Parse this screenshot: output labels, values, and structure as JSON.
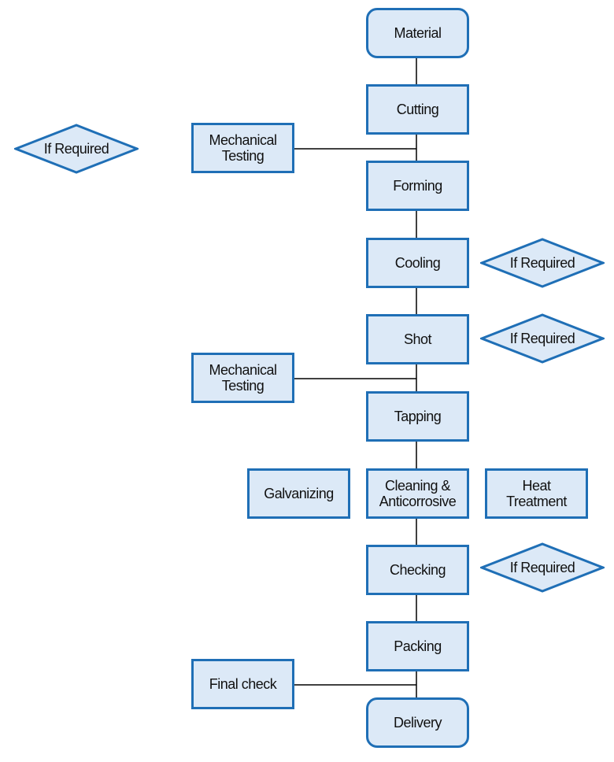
{
  "colors": {
    "fill": "#dce9f7",
    "border": "#1f6fb6",
    "line": "#000000"
  },
  "main_flow": {
    "material": "Material",
    "cutting": "Cutting",
    "forming": "Forming",
    "cooling": "Cooling",
    "shot": "Shot",
    "tapping": "Tapping",
    "cleaning": "Cleaning &\nAnticorrosive",
    "checking": "Checking",
    "packing": "Packing",
    "delivery": "Delivery"
  },
  "side_boxes": {
    "mech_testing_1": "Mechanical\nTesting",
    "mech_testing_2": "Mechanical\nTesting",
    "galvanizing": "Galvanizing",
    "heat_treatment": "Heat\nTreatment",
    "final_check": "Final check"
  },
  "conditions": {
    "if_required_1": "If Required",
    "if_required_2": "If Required",
    "if_required_3": "If Required",
    "if_required_4": "If Required"
  }
}
